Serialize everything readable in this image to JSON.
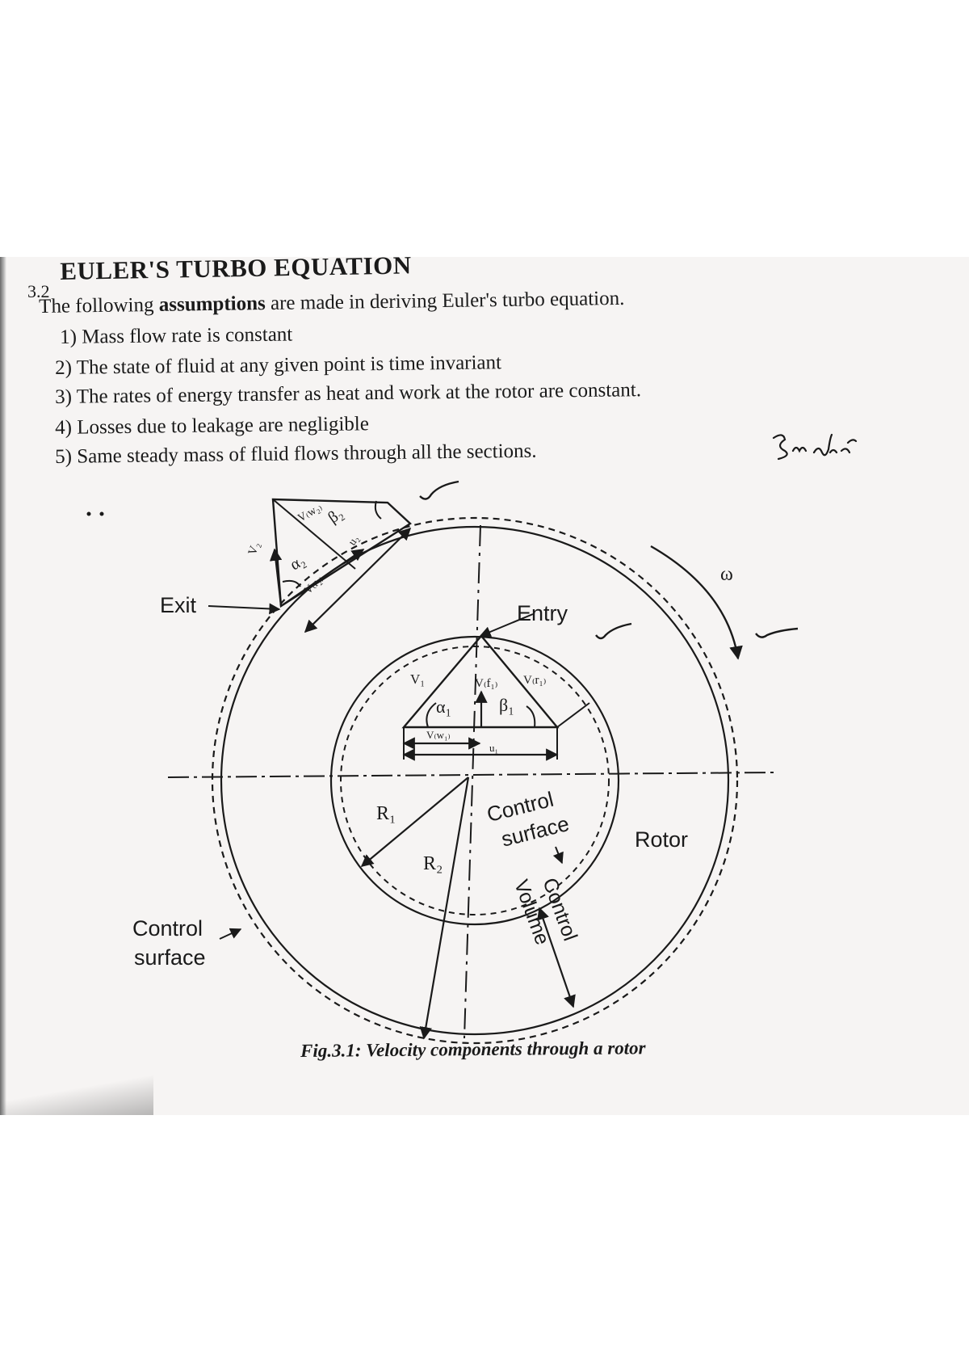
{
  "section": {
    "number": "3.2",
    "title": "EULER'S TURBO EQUATION"
  },
  "intro": {
    "before": "The following ",
    "bold": "assumptions",
    "after": " are made in deriving Euler's turbo equation."
  },
  "assumptions": [
    "1) Mass flow rate is constant",
    "2) The state of fluid at any given point is time invariant",
    "3) The rates of energy transfer as heat and work at the rotor are constant.",
    "4) Losses due to leakage are negligible",
    "5) Same steady mass of fluid flows through all the sections."
  ],
  "diagram": {
    "labels": {
      "exit": "Exit",
      "entry": "Entry",
      "omega": "ω",
      "rotor": "Rotor",
      "control_surface_inner_1": "Control",
      "control_surface_inner_2": "surface",
      "control_surface_outer_1": "Control",
      "control_surface_outer_2": "surface",
      "control_volume_1": "Control",
      "control_volume_2": "Volume",
      "r1": "R₁",
      "r2": "R₂",
      "v1": "V₁",
      "vf1": "V₍f₁₎",
      "vr1": "V₍r₁₎",
      "alpha1": "α₁",
      "beta1": "β₁",
      "vw1": "V₍w₁₎",
      "u1": "u₁",
      "alpha2": "α₂",
      "beta2": "β₂",
      "v2": "V₂",
      "vw2": "V₍w₂₎",
      "u2": "u₂",
      "vr2": "V₍r₂₎"
    }
  },
  "caption": "Fig.3.1: Velocity components through a rotor",
  "colors": {
    "ink": "#1a1a1a",
    "paper": "#f6f4f3"
  }
}
